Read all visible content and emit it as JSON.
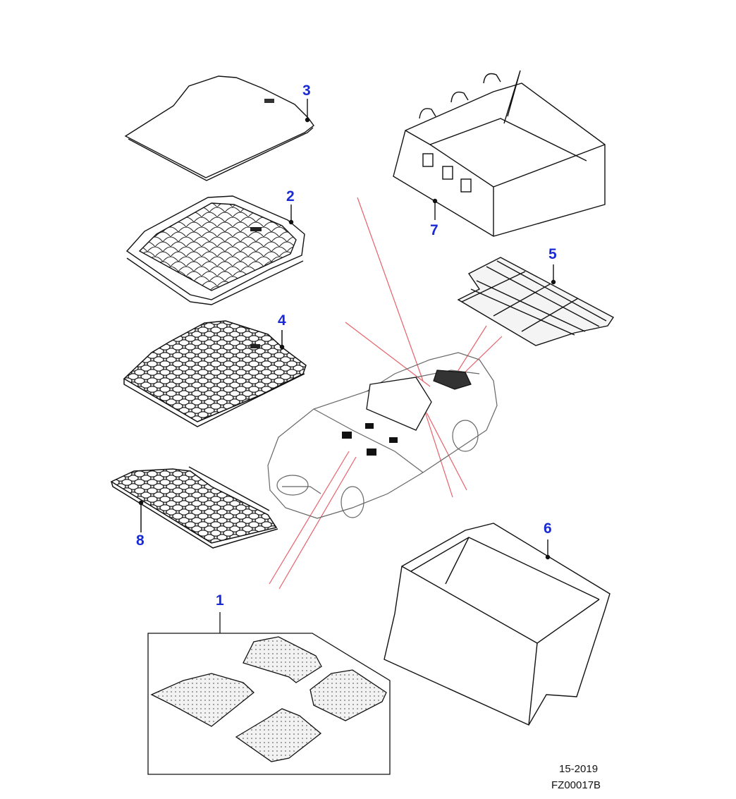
{
  "diagram": {
    "callouts": {
      "c1": "1",
      "c2": "2",
      "c3": "3",
      "c4": "4",
      "c5": "5",
      "c6": "6",
      "c7": "7",
      "c8": "8"
    },
    "footer": {
      "date_code": "15-2019",
      "figure_id": "FZ00017B"
    },
    "colors": {
      "callout_text": "#1a2bd6",
      "leader_line": "#e8606a",
      "line_art": "#111111"
    }
  }
}
